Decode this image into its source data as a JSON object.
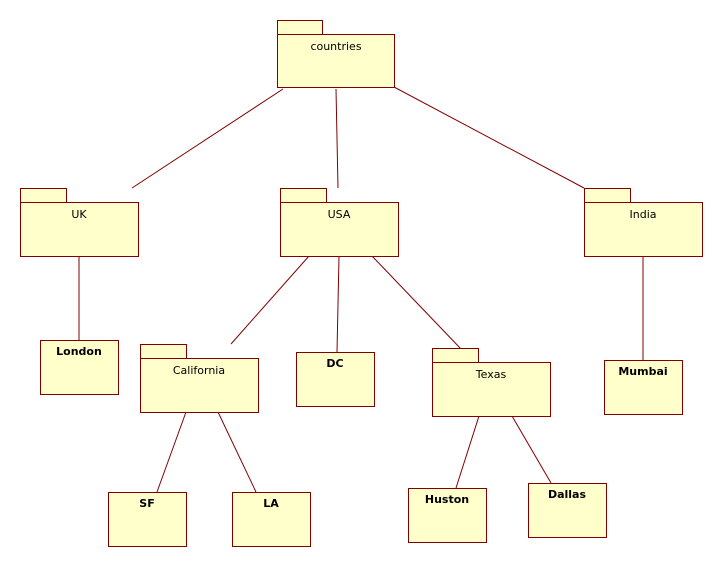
{
  "diagram": {
    "colors": {
      "fill": "#ffffcc",
      "stroke": "#800000",
      "text": "#000000"
    },
    "nodes": {
      "countries": "countries",
      "uk": "UK",
      "usa": "USA",
      "india": "India",
      "london": "London",
      "california": "California",
      "dc": "DC",
      "texas": "Texas",
      "mumbai": "Mumbai",
      "sf": "SF",
      "la": "LA",
      "huston": "Huston",
      "dallas": "Dallas"
    }
  }
}
